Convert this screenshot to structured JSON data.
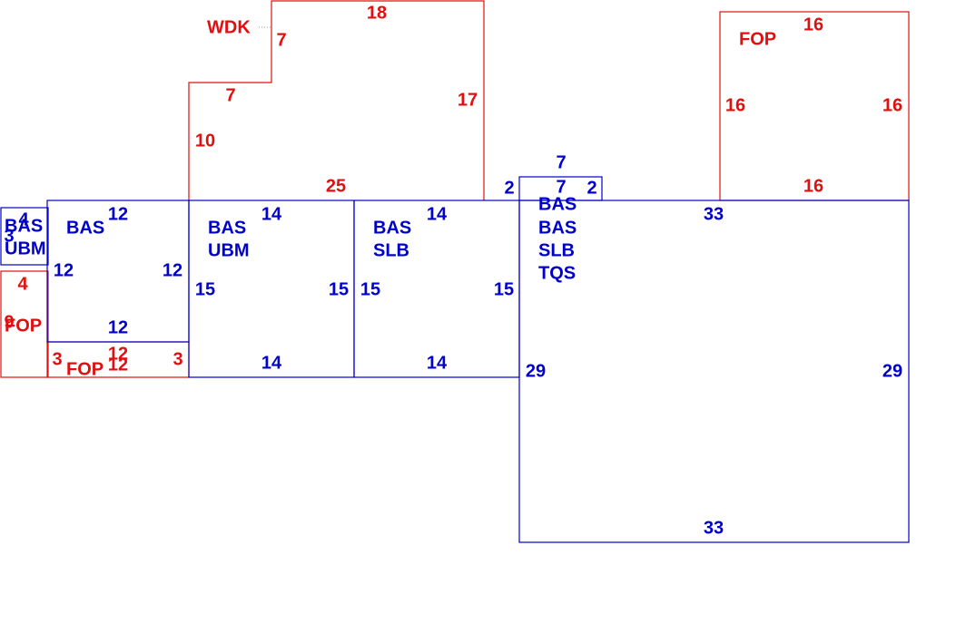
{
  "colors": {
    "living_area": "#0000cc",
    "porch_deck": "#e01010"
  },
  "areas": {
    "far_left_stack": {
      "codes": [
        "BAS",
        "UBM"
      ]
    },
    "left_bas": {
      "codes": [
        "BAS"
      ]
    },
    "bas_ubm_mid": {
      "codes": [
        "BAS",
        "UBM"
      ]
    },
    "bas_slb_mid": {
      "codes": [
        "BAS",
        "SLB"
      ]
    },
    "main_block": {
      "codes": [
        "BAS",
        "BAS",
        "SLB",
        "TQS"
      ]
    },
    "wdk": {
      "code": "WDK"
    },
    "fop_right": {
      "code": "FOP"
    },
    "fop_far_left": {
      "code": "FOP"
    },
    "fop_bottom": {
      "code": "FOP"
    }
  },
  "dimensions": {
    "wdk_top": "18",
    "wdk_right": "17",
    "wdk_notch_v": "7",
    "wdk_notch_h": "7",
    "wdk_left": "10",
    "wdk_bottom": "25",
    "fop_right_top": "16",
    "fop_right_left": "16",
    "fop_right_right": "16",
    "fop_right_bottom": "16",
    "bump_top": "7",
    "bump_inner": "7",
    "bump_left": "2",
    "bump_right": "2",
    "main_top": "33",
    "main_left": "29",
    "main_right": "29",
    "main_bottom": "33",
    "slb_top": "14",
    "slb_left": "15",
    "slb_right": "15",
    "slb_bottom": "14",
    "ubm_top": "14",
    "ubm_left": "15",
    "ubm_right": "15",
    "ubm_bottom": "14",
    "left_top": "12",
    "left_left": "12",
    "left_right": "12",
    "left_bottom": "12",
    "far_left_top": "4",
    "far_left_side": "3",
    "fop_far_left_top": "4",
    "fop_far_left_side": "9",
    "fop_bottom_top": "12",
    "fop_bottom_bottom": "12",
    "fop_bottom_left": "3",
    "fop_bottom_right": "3"
  }
}
